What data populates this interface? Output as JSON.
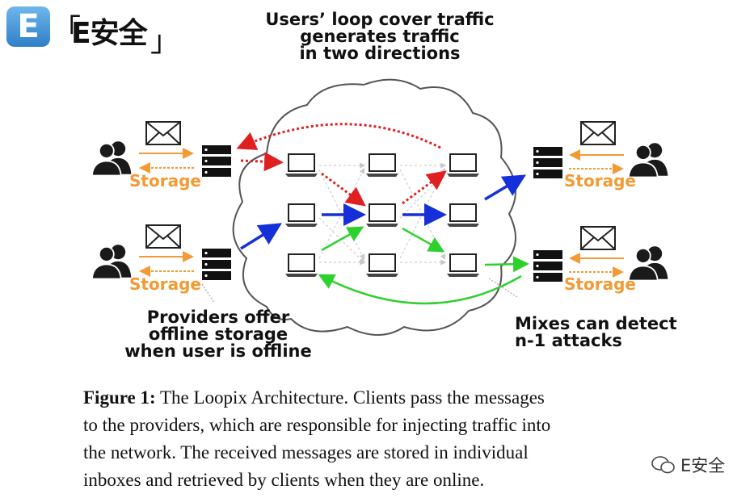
{
  "logo": {
    "badge_letter": "E",
    "open_bracket": "「",
    "text": "E安全",
    "close_bracket": "」"
  },
  "annotations": {
    "cover_traffic": [
      "Users’ loop cover traffic",
      "generates traffic",
      "in two directions"
    ],
    "providers": [
      "Providers offer",
      "offline storage",
      "when user is offline"
    ],
    "mixes": [
      "Mixes can detect",
      "n-1 attacks"
    ]
  },
  "storage_label": "Storage",
  "caption": {
    "label": "Figure 1:",
    "lines": [
      " The Loopix Architecture. Clients pass the messages",
      "to the providers, which are responsible for injecting traffic into",
      "the network.  The received messages are stored in individual",
      "inboxes and retrieved by clients when they are online."
    ]
  },
  "watermark": {
    "text": "E安全"
  },
  "colors": {
    "storage": "#f39a34",
    "blue_flow": "#1530d8",
    "red_flow": "#e02020",
    "green_flow": "#2ed02e"
  },
  "icons": [
    "users-icon",
    "envelope-icon",
    "server-icon",
    "laptop-icon",
    "cloud-icon"
  ]
}
